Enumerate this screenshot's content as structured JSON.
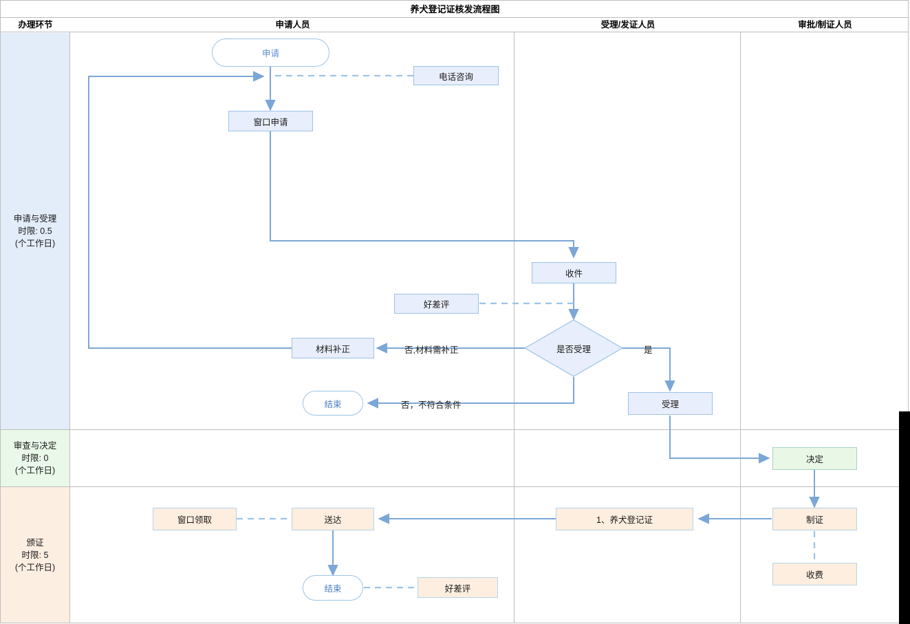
{
  "title": "养犬登记证核发流程图",
  "columns": [
    {
      "key": "stage",
      "label": "办理环节"
    },
    {
      "key": "applicant",
      "label": "申请人员"
    },
    {
      "key": "acceptor",
      "label": "受理/发证人员"
    },
    {
      "key": "approver",
      "label": "审批/制证人员"
    }
  ],
  "lanes": [
    {
      "name": "申请与受理",
      "limit": "时限: 0.5",
      "unit": "(个工作日)",
      "color": "#e3ecf9"
    },
    {
      "name": "审查与决定",
      "limit": "时限: 0",
      "unit": "(个工作日)",
      "color": "#e9f8e8"
    },
    {
      "name": "颁证",
      "limit": "时限: 5",
      "unit": "(个工作日)",
      "color": "#fdeee2"
    }
  ],
  "nodes": {
    "apply": "申请",
    "phone_consult": "电话咨询",
    "window_apply": "窗口申请",
    "receive": "收件",
    "review_good_bad": "好差评",
    "is_accept": "是否受理",
    "material_fix": "材料补正",
    "end_reject": "结束",
    "accept": "受理",
    "decide": "决定",
    "make_cert": "制证",
    "charge": "收费",
    "cert_item": "1、养犬登记证",
    "deliver": "送达",
    "window_pickup": "窗口领取",
    "end_done": "结束",
    "review_good_bad2": "好差评"
  },
  "edge_labels": {
    "no_need_fix": "否,材料需补正",
    "no_not_qualified": "否，不符合条件",
    "yes": "是"
  },
  "colors": {
    "line": "#7ba7d7",
    "dashed": "#9dc3e6",
    "blue_fill": "#e8eefb",
    "green_fill": "#e9f7e7",
    "peach_fill": "#fdeedf",
    "border_blue": "#9dc3e6",
    "grid": "#bdbdbd",
    "terminator_text": "#5b8fd0"
  }
}
